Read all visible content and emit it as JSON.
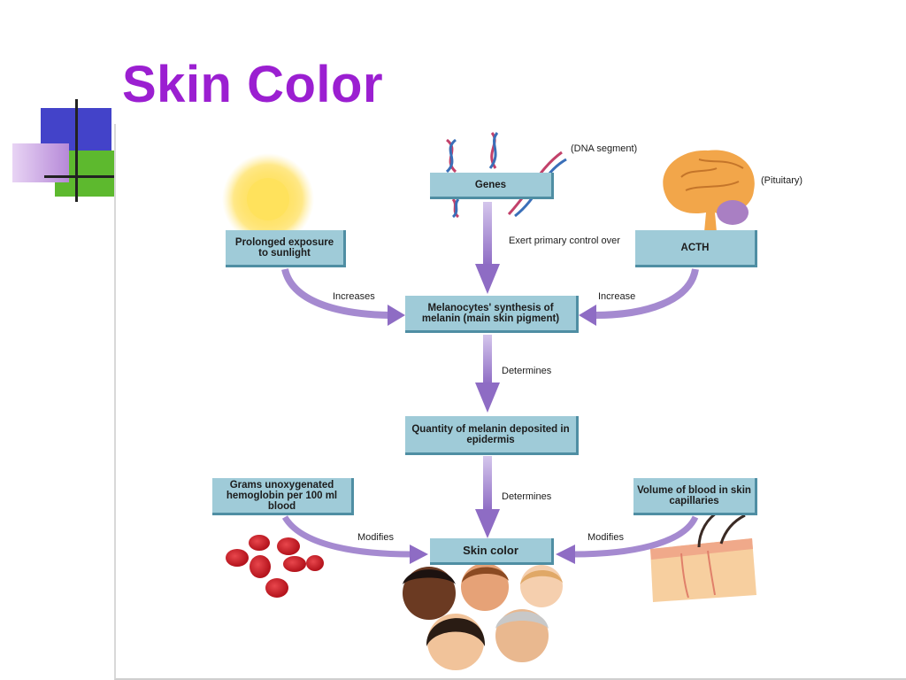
{
  "slide": {
    "title": "Skin Color"
  },
  "diagram": {
    "boxes": {
      "genes": "Genes",
      "sunlight": "Prolonged exposure to sunlight",
      "acth": "ACTH",
      "melanocytes": "Melanocytes' synthesis of melanin (main skin pigment)",
      "quantity": "Quantity of melanin deposited in epidermis",
      "hemoglobin": "Grams unoxygenated hemoglobin per 100 ml blood",
      "blood_volume": "Volume of blood in skin capillaries",
      "skin_color": "Skin color"
    },
    "labels": {
      "dna_segment": "(DNA segment)",
      "pituitary": "(Pituitary)",
      "exert": "Exert primary control over",
      "increases": "Increases",
      "increase": "Increase",
      "determines_1": "Determines",
      "determines_2": "Determines",
      "modifies_left": "Modifies",
      "modifies_right": "Modifies"
    }
  },
  "colors": {
    "title": "#9b1fd1",
    "box_fill": "#9fcbd8",
    "arrow": "#9a7fc6"
  }
}
